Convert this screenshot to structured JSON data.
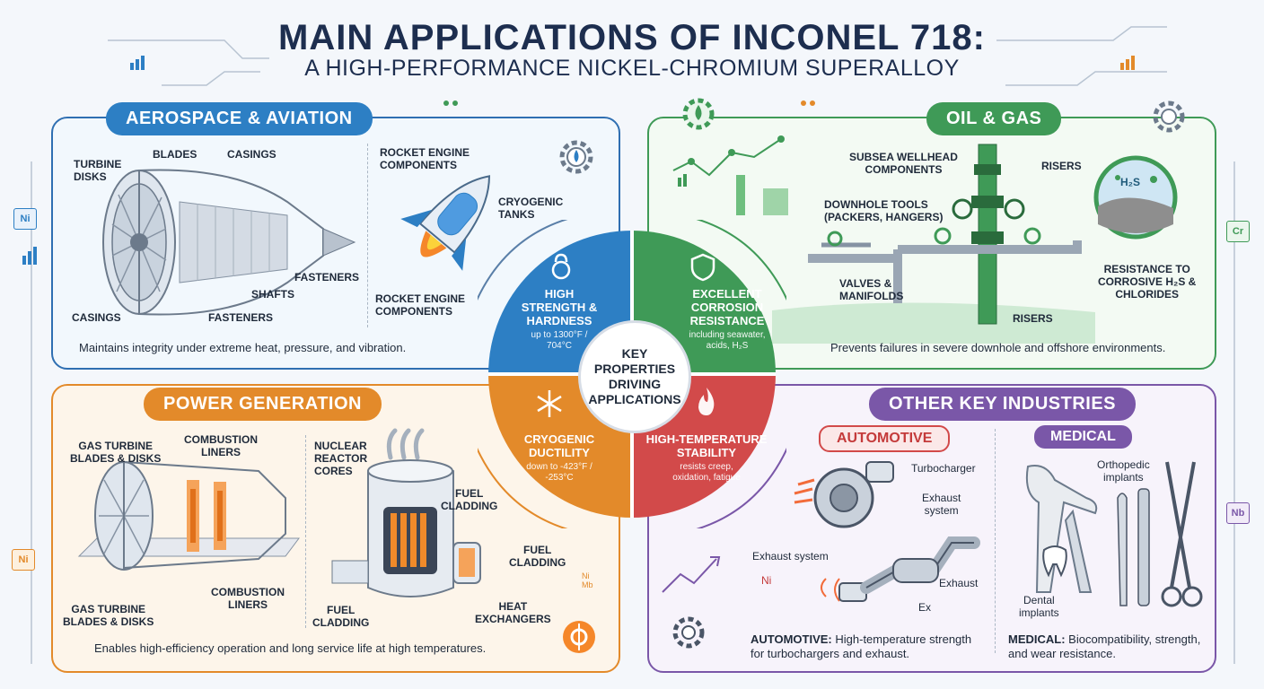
{
  "header": {
    "title": "MAIN APPLICATIONS OF INCONEL 718:",
    "subtitle": "A HIGH-PERFORMANCE NICKEL-CHROMIUM SUPERALLOY"
  },
  "aerospace": {
    "heading": "AEROSPACE & AVIATION",
    "labels": {
      "turbine_disks": "TURBINE\nDISKS",
      "blades": "BLADES",
      "casings_top": "CASINGS",
      "fasteners_right": "FASTENERS",
      "shafts": "SHAFTS",
      "casings_bottom": "CASINGS",
      "fasteners_bottom": "FASTENERS",
      "rocket_top": "ROCKET ENGINE\nCOMPONENTS",
      "cryogenic_tanks": "CRYOGENIC\nTANKS",
      "rocket_bottom": "ROCKET ENGINE\nCOMPONENTS"
    },
    "caption": "Maintains integrity under extreme heat, pressure, and vibration."
  },
  "oil_gas": {
    "heading": "OIL & GAS",
    "labels": {
      "subsea": "SUBSEA WELLHEAD\nCOMPONENTS",
      "risers_top": "RISERS",
      "downhole": "DOWNHOLE TOOLS\n(PACKERS, HANGERS)",
      "valves": "VALVES &\nMANIFOLDS",
      "resistance": "RESISTANCE TO\nCORROSIVE H₂S &\nCHLORIDES",
      "risers_bottom": "RISERS",
      "h2s": "H₂S"
    },
    "caption": "Prevents failures in severe downhole and offshore environments."
  },
  "power": {
    "heading": "POWER GENERATION",
    "labels": {
      "gas_turbine_top": "GAS TURBINE\nBLADES & DISKS",
      "combustion_top": "COMBUSTION\nLINERS",
      "nuclear": "NUCLEAR\nREACTOR\nCORES",
      "fuel_cladding_1": "FUEL\nCLADDING",
      "fuel_cladding_2": "FUEL\nCLADDING",
      "gas_turbine_bottom": "GAS TURBINE\nBLADES & DISKS",
      "combustion_bottom": "COMBUSTION\nLINERS",
      "fuel_cladding_3": "FUEL\nCLADDING",
      "heat_exchangers": "HEAT\nEXCHANGERS",
      "ni_mb": "Ni\nMb"
    },
    "caption": "Enables high-efficiency operation and long service life at high temperatures."
  },
  "other": {
    "heading": "OTHER KEY INDUSTRIES",
    "automotive": {
      "heading": "AUTOMOTIVE",
      "labels": {
        "turbocharger": "Turbocharger",
        "exhaust_system_right": "Exhaust\nsystem",
        "exhaust_system_left": "Exhaust system",
        "exhaust": "Exhaust",
        "ex": "Ex",
        "ni": "Ni"
      },
      "caption_bold": "AUTOMOTIVE:",
      "caption": " High-temperature strength\nfor turbochargers and exhaust."
    },
    "medical": {
      "heading": "MEDICAL",
      "labels": {
        "orthopedic": "Orthopedic\nimplants",
        "dental": "Dental\nimplants"
      },
      "caption_bold": "MEDICAL:",
      "caption": " Biocompatibility, strength,\nand wear resistance."
    }
  },
  "center": {
    "core": "KEY\nPROPERTIES\nDRIVING\nAPPLICATIONS",
    "strength": {
      "title": "HIGH\nSTRENGTH &\nHARDNESS",
      "detail": "up to 1300°F /\n704°C",
      "color": "#2d7fc4"
    },
    "corrosion": {
      "title": "EXCELLENT\nCORROSION\nRESISTANCE",
      "detail": "including seawater,\nacids, H₂S",
      "color": "#3f9a57"
    },
    "cryogenic": {
      "title": "CRYOGENIC\nDUCTILITY",
      "detail": "down to -423°F /\n-253°C",
      "color": "#e38a2a"
    },
    "thermal": {
      "title": "HIGH-TEMPERATURE\nSTABILITY",
      "detail": "resists creep,\noxidation, fatigue",
      "color": "#d24a4a"
    }
  },
  "badges": {
    "ni_left": "Ni",
    "ni_power": "Ni",
    "cr": "Cr",
    "nb": "Nb"
  }
}
